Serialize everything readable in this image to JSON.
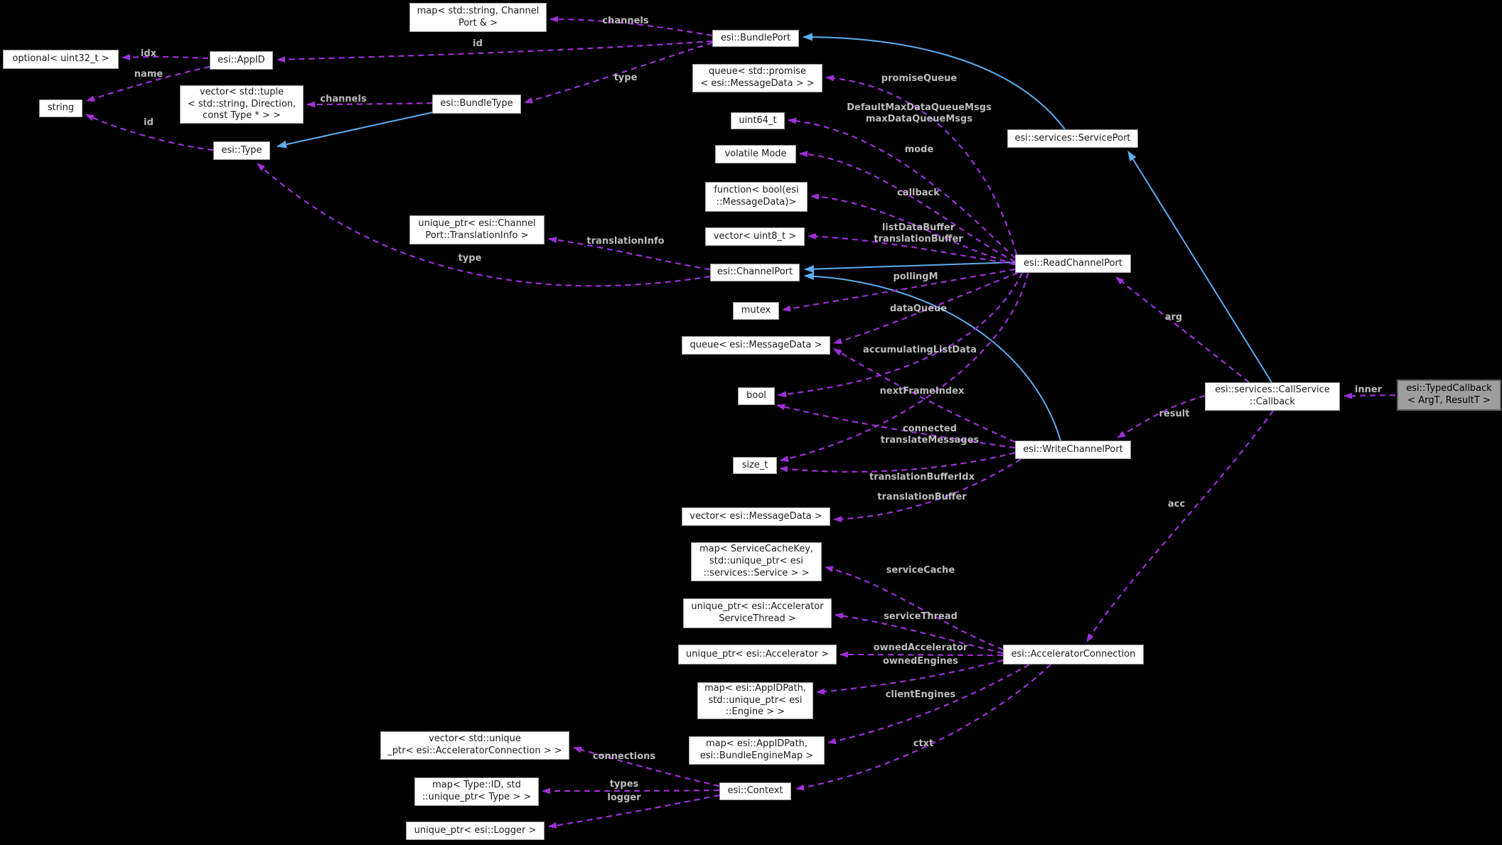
{
  "colors": {
    "background": "#000000",
    "dashed_edge": "#a02fd9",
    "inheritance_edge": "#5cadee",
    "node_background": "#ffffff",
    "node_border": "#9a9a9a",
    "highlight_node_background": "#9e9e9e",
    "edge_label_color": "#bdbdbd"
  },
  "nodes": [
    {
      "label": "map< std::string, Channel\nPort & >"
    },
    {
      "label": "esi::BundlePort"
    },
    {
      "label": "optional< uint32_t >"
    },
    {
      "label": "esi::AppID"
    },
    {
      "label": "string"
    },
    {
      "label": "vector< std::tuple\n< std::string, Direction,\nconst Type * > >"
    },
    {
      "label": "esi::BundleType"
    },
    {
      "label": "esi::Type"
    },
    {
      "label": "queue< std::promise\n< esi::MessageData > >"
    },
    {
      "label": "uint64_t"
    },
    {
      "label": "volatile Mode"
    },
    {
      "label": "function< bool(esi\n::MessageData)>"
    },
    {
      "label": "vector< uint8_t >"
    },
    {
      "label": "unique_ptr< esi::Channel\nPort::TranslationInfo >"
    },
    {
      "label": "esi::ChannelPort"
    },
    {
      "label": "esi::services::ServicePort"
    },
    {
      "label": "esi::ReadChannelPort"
    },
    {
      "label": "mutex"
    },
    {
      "label": "queue< esi::MessageData >"
    },
    {
      "label": "bool"
    },
    {
      "label": "size_t"
    },
    {
      "label": "vector< esi::MessageData >"
    },
    {
      "label": "esi::WriteChannelPort"
    },
    {
      "label": "esi::services::CallService\n::Callback"
    },
    {
      "label": "esi::TypedCallback\n< ArgT, ResultT >"
    },
    {
      "label": "map< ServiceCacheKey,\nstd::unique_ptr< esi\n::services::Service > >"
    },
    {
      "label": "unique_ptr< esi::Accelerator\nServiceThread >"
    },
    {
      "label": "unique_ptr< esi::Accelerator >"
    },
    {
      "label": "map< esi::AppIDPath,\nstd::unique_ptr< esi\n::Engine > >"
    },
    {
      "label": "map< esi::AppIDPath,\nesi::BundleEngineMap >"
    },
    {
      "label": "esi::AcceleratorConnection"
    },
    {
      "label": "vector< std::unique\n_ptr< esi::AcceleratorConnection > >"
    },
    {
      "label": "map< Type::ID, std\n::unique_ptr< Type > >"
    },
    {
      "label": "esi::Context"
    },
    {
      "label": "unique_ptr< esi::Logger >"
    }
  ],
  "edge_labels": [
    {
      "text": "channels"
    },
    {
      "text": "id"
    },
    {
      "text": "idx"
    },
    {
      "text": "name"
    },
    {
      "text": "channels"
    },
    {
      "text": "type"
    },
    {
      "text": "id"
    },
    {
      "text": "type"
    },
    {
      "text": "translationInfo"
    },
    {
      "text": "promiseQueue"
    },
    {
      "text": "DefaultMaxDataQueueMsgs\nmaxDataQueueMsgs"
    },
    {
      "text": "mode"
    },
    {
      "text": "callback"
    },
    {
      "text": "listDataBuffer\ntranslationBuffer"
    },
    {
      "text": "pollingM"
    },
    {
      "text": "dataQueue"
    },
    {
      "text": "accumulatingListData"
    },
    {
      "text": "nextFrameIndex"
    },
    {
      "text": "connected\ntranslateMessages"
    },
    {
      "text": "translationBufferIdx"
    },
    {
      "text": "translationBuffer"
    },
    {
      "text": "arg"
    },
    {
      "text": "result"
    },
    {
      "text": "inner"
    },
    {
      "text": "acc"
    },
    {
      "text": "serviceCache"
    },
    {
      "text": "serviceThread"
    },
    {
      "text": "ownedAccelerator"
    },
    {
      "text": "ownedEngines"
    },
    {
      "text": "clientEngines"
    },
    {
      "text": "ctxt"
    },
    {
      "text": "connections"
    },
    {
      "text": "types"
    },
    {
      "text": "logger"
    }
  ]
}
